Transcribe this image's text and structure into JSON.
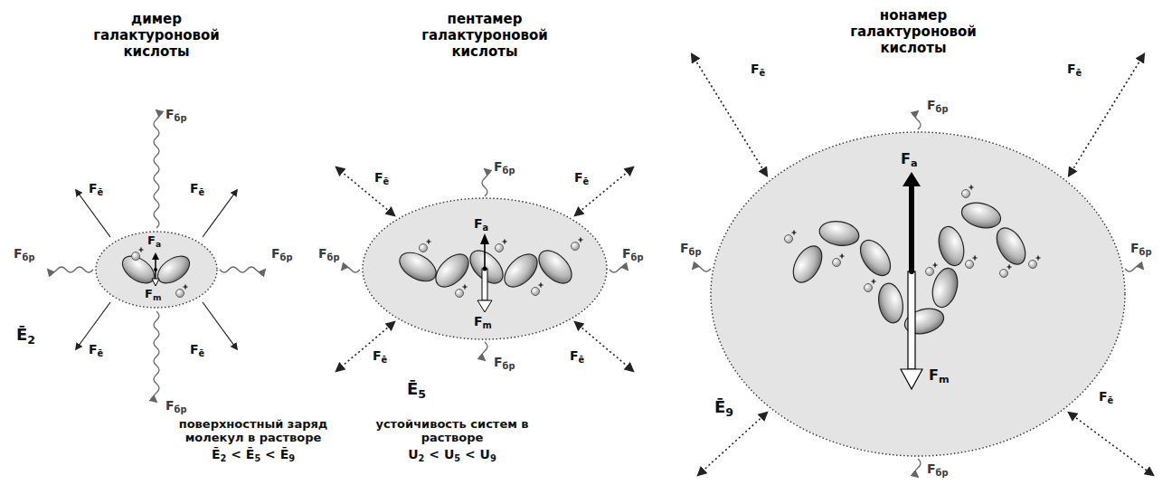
{
  "diagram": {
    "nodes": [
      {
        "text": [
          "димер галактуроновой кислоты",
          "Fa",
          "Fm"
        ]
      },
      {
        "text": [
          "пентамер галактуроновой кислоты",
          "Fa",
          "Fm"
        ]
      },
      {
        "text": [
          "нонамер галактуроновой кислоты",
          "Fa",
          "Fm"
        ]
      }
    ],
    "labels": [
      "Fбр",
      "Fē",
      "Fē",
      "Fбр",
      "Fбр",
      "Fē",
      "Fē",
      "Fбр",
      "Ē2",
      "Fбр",
      "Fē",
      "Fē",
      "Fбр",
      "Fбр",
      "Fē",
      "Fē",
      "Fбр",
      "Ē5",
      "Fбр",
      "Fē",
      "Fē",
      "Fбр",
      "Fбр",
      "Fē",
      "Fбр",
      "Ē9",
      "поверхностный заряд молекул в растворе",
      "Ē2 < Ē5 < Ē9",
      "устойчивость систем в растворе",
      "U2 < U5 < U9"
    ]
  }
}
